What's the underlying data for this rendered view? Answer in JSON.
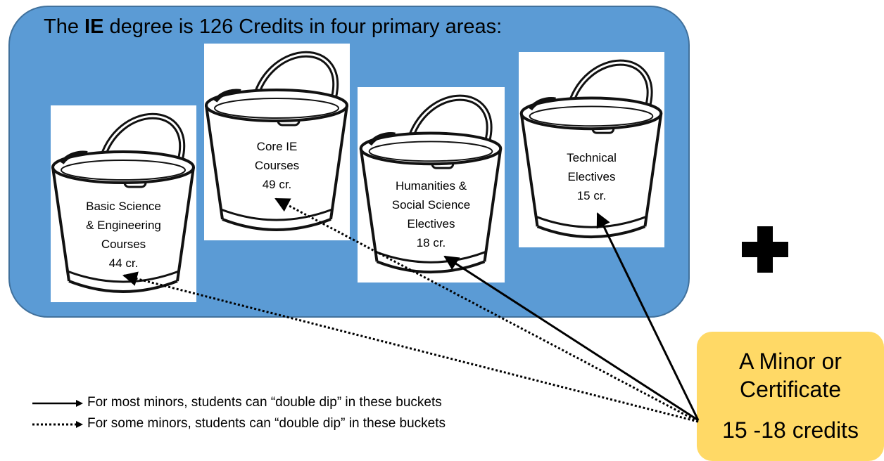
{
  "title": {
    "prefix": "The ",
    "bold": "IE",
    "suffix": " degree is 126 Credits in four primary areas:"
  },
  "buckets": [
    {
      "lines": [
        "Basic Science",
        "& Engineering",
        "Courses",
        "44 cr."
      ]
    },
    {
      "lines": [
        "Core IE",
        "Courses",
        "49 cr."
      ]
    },
    {
      "lines": [
        "Humanities &",
        "Social Science",
        "Electives",
        "18 cr."
      ]
    },
    {
      "lines": [
        "Technical",
        "Electives",
        "15 cr."
      ]
    }
  ],
  "minor_box": {
    "line1": "A Minor or",
    "line2": "Certificate",
    "line3": "15 -18 credits"
  },
  "legend": {
    "solid": "For most minors, students can “double dip” in these buckets",
    "dotted": "For some minors, students can “double dip” in these buckets"
  },
  "colors": {
    "panel": "#5b9bd5",
    "minor_box": "#ffd966"
  }
}
